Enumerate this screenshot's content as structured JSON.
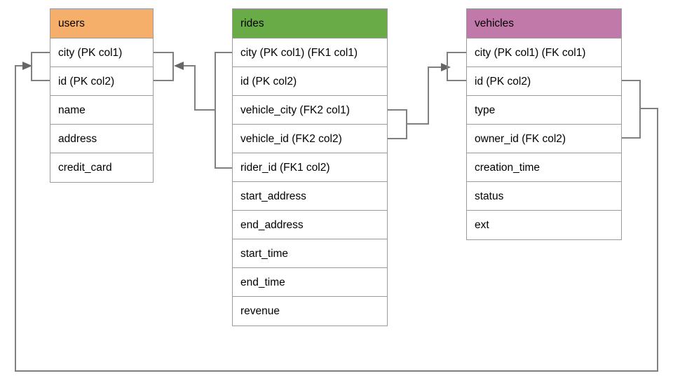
{
  "diagram": {
    "title": "rides database schema",
    "type": "entity-relationship-diagram",
    "background_color": "#ffffff",
    "connector_color": "#808080",
    "border_color": "#9b9b9b"
  },
  "tables": [
    {
      "name": "users",
      "header_label": "users",
      "header_color": "#f5af6b",
      "columns": [
        {
          "label": "city (PK col1)"
        },
        {
          "label": "id (PK col2)"
        },
        {
          "label": "name"
        },
        {
          "label": "address"
        },
        {
          "label": "credit_card"
        }
      ]
    },
    {
      "name": "rides",
      "header_label": "rides",
      "header_color": "#68ab47",
      "columns": [
        {
          "label": "city (PK col1) (FK1 col1)"
        },
        {
          "label": "id (PK col2)"
        },
        {
          "label": "vehicle_city (FK2 col1)"
        },
        {
          "label": "vehicle_id (FK2 col2)"
        },
        {
          "label": "rider_id (FK1 col2)"
        },
        {
          "label": "start_address"
        },
        {
          "label": "end_address"
        },
        {
          "label": "start_time"
        },
        {
          "label": "end_time"
        },
        {
          "label": "revenue"
        }
      ]
    },
    {
      "name": "vehicles",
      "header_label": "vehicles",
      "header_color": "#c079a8",
      "columns": [
        {
          "label": "city (PK col1) (FK col1)"
        },
        {
          "label": "id (PK col2)"
        },
        {
          "label": "type"
        },
        {
          "label": "owner_id (FK col2)"
        },
        {
          "label": "creation_time"
        },
        {
          "label": "status"
        },
        {
          "label": "ext"
        }
      ]
    }
  ],
  "relationships": [
    {
      "name": "rides-rider-to-users",
      "from_table": "rides",
      "from_columns": [
        "city (PK col1) (FK1 col1)",
        "rider_id (FK1 col2)"
      ],
      "to_table": "users",
      "to_columns": [
        "city (PK col1)",
        "id (PK col2)"
      ],
      "foreign_key": "FK1"
    },
    {
      "name": "rides-vehicle-to-vehicles",
      "from_table": "rides",
      "from_columns": [
        "vehicle_city (FK2 col1)",
        "vehicle_id (FK2 col2)"
      ],
      "to_table": "vehicles",
      "to_columns": [
        "city (PK col1) (FK col1)",
        "id (PK col2)"
      ],
      "foreign_key": "FK2"
    },
    {
      "name": "vehicles-owner-to-users",
      "from_table": "vehicles",
      "from_columns": [
        "id (PK col2)",
        "owner_id (FK col2)"
      ],
      "to_table": "users",
      "to_columns": [
        "city (PK col1)",
        "id (PK col2)"
      ],
      "foreign_key": "FK"
    }
  ]
}
